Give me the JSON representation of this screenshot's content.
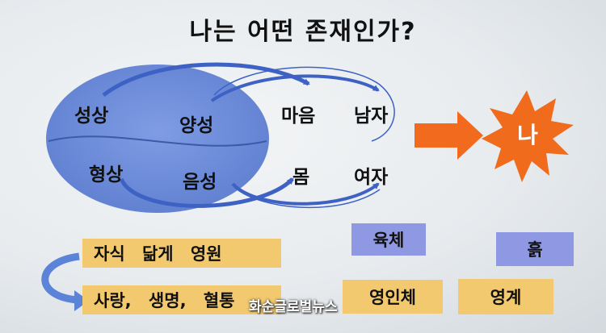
{
  "title": "나는 어떤 존재인가?",
  "words": {
    "seongsang": "성상",
    "yangseong": "양성",
    "hyeongsang": "형상",
    "eumseong": "음성",
    "maeum": "마음",
    "namja": "남자",
    "mom": "몸",
    "yeoja": "여자"
  },
  "star_label": "나",
  "boxes": {
    "row1": "자식 닮게 영원",
    "row2": "사랑, 생명, 혈통",
    "yukche": "육체",
    "heuk": "흙",
    "yeongince": "영인체",
    "yeonggye": "영계"
  },
  "watermark": "화순글로벌뉴스",
  "colors": {
    "ellipse": "#6f8edc",
    "arrow_blue": "#3d62c4",
    "arrow_orange": "#f26a1e",
    "star": "#f06b1c",
    "box_gold": "#f3c96f",
    "box_lavender": "#8f99e3"
  }
}
